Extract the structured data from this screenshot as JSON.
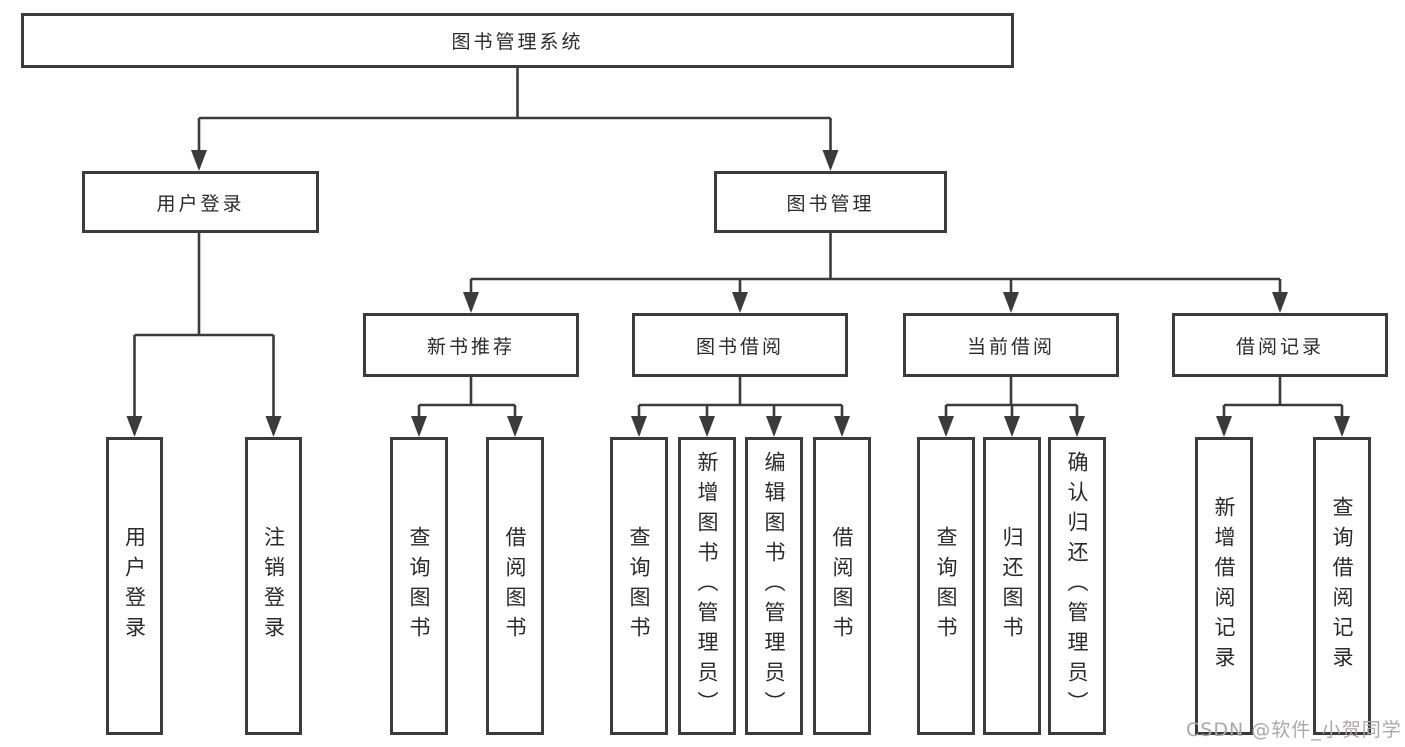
{
  "diagram_type": "function-structure-tree",
  "colors": {
    "box_border": "#3b3b3b",
    "connector_line": "#3b3b3b",
    "text": "#2b2b2b",
    "watermark": "#aca8a8",
    "background": "#ffffff"
  },
  "watermark": "CSDN @软件_小贺同学",
  "tree": {
    "label": "图书管理系统",
    "children": [
      {
        "label": "用户登录",
        "children": [
          {
            "label": "用户登录"
          },
          {
            "label": "注销登录"
          }
        ]
      },
      {
        "label": "图书管理",
        "children": [
          {
            "label": "新书推荐",
            "children": [
              {
                "label": "查询图书"
              },
              {
                "label": "借阅图书"
              }
            ]
          },
          {
            "label": "图书借阅",
            "children": [
              {
                "label": "查询图书"
              },
              {
                "label": "新增图书（管理员）"
              },
              {
                "label": "编辑图书（管理员）"
              },
              {
                "label": "借阅图书"
              }
            ]
          },
          {
            "label": "当前借阅",
            "children": [
              {
                "label": "查询图书"
              },
              {
                "label": "归还图书"
              },
              {
                "label": "确认归还（管理员）"
              }
            ]
          },
          {
            "label": "借阅记录",
            "children": [
              {
                "label": "新增借阅记录"
              },
              {
                "label": "查询借阅记录"
              }
            ]
          }
        ]
      }
    ]
  }
}
